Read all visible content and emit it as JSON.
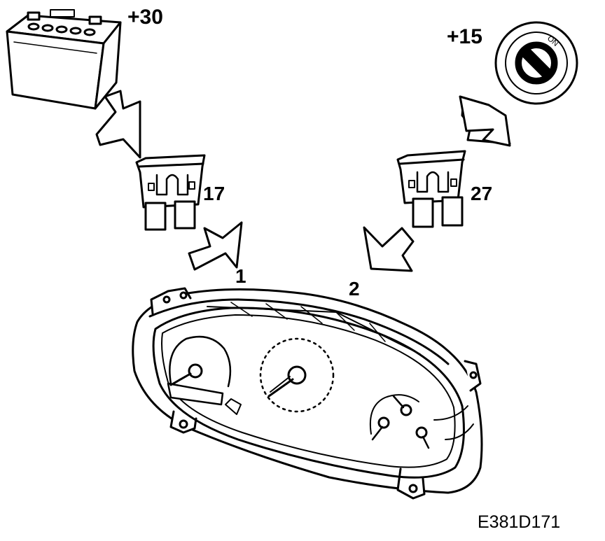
{
  "labels": {
    "battery_terminal": "+30",
    "ignition_terminal": "+15",
    "fuse_left": "17",
    "fuse_right": "27",
    "input_1": "1",
    "input_2": "2",
    "ignition_on": "ON",
    "drawing_code": "E381D171"
  }
}
